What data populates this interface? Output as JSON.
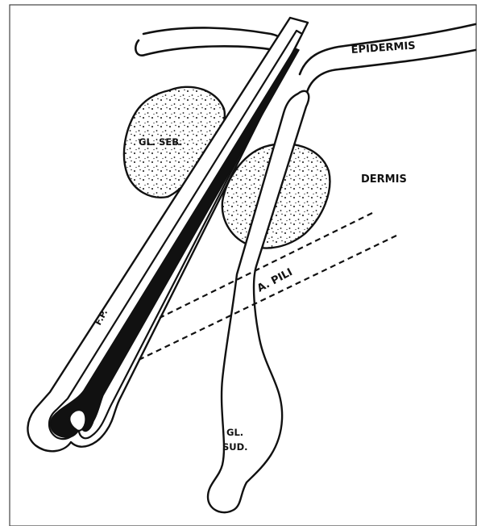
{
  "labels": {
    "epidermis": "EPIDERMIS",
    "dermis": "DERMIS",
    "gl_seb": "GL. SEB.",
    "a_pili": "A. PILI",
    "fp": "F.P.",
    "gl_sud_1": "GL.",
    "gl_sud_2": "SUD."
  },
  "colors": {
    "ink": "#111111",
    "paper": "#ffffff",
    "frame": "#444444"
  }
}
